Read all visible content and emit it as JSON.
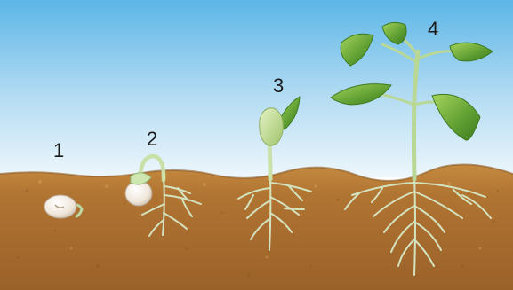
{
  "stages": [
    {
      "label": "1"
    },
    {
      "label": "2"
    },
    {
      "label": "3"
    },
    {
      "label": "4"
    }
  ],
  "colors": {
    "sky_top": "#5fb8e8",
    "sky_bottom": "#e6f3fb",
    "soil": "#b47a36",
    "soil_dark": "#7e4e1e",
    "stem": "#cfe3b8",
    "root": "#d7e6c4",
    "leaf": "#6fae3a",
    "leaf_dark": "#3f7f22",
    "seed": "#f3ece3"
  }
}
